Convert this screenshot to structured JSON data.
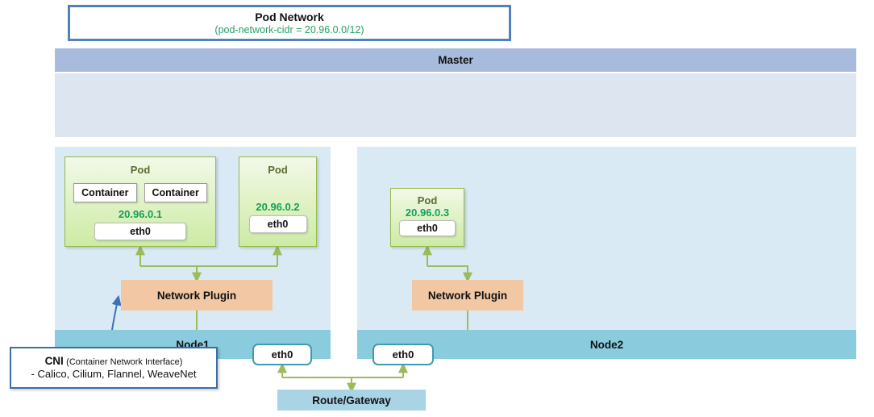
{
  "diagram": {
    "pod_network": {
      "title": "Pod Network",
      "subtitle": "(pod-network-cidr = 20.96.0.0/12)",
      "border_color": "#4f81bd",
      "subtitle_color": "#21a366"
    },
    "master": {
      "label": "Master",
      "header_color": "#a7bcdc",
      "body_color": "#dde5f1"
    },
    "nodes": [
      {
        "label": "Node1",
        "body_color": "#d9eaf5",
        "bar_color": "#8accdd",
        "plugin_label": "Network Plugin",
        "plugin_color": "#f2c7a4",
        "eth_label": "eth0",
        "pods": [
          {
            "label": "Pod",
            "ip": "20.96.0.1",
            "eth_label": "eth0",
            "containers": [
              "Container",
              "Container"
            ]
          },
          {
            "label": "Pod",
            "ip": "20.96.0.2",
            "eth_label": "eth0",
            "containers": []
          }
        ]
      },
      {
        "label": "Node2",
        "body_color": "#d9eaf5",
        "bar_color": "#8accdd",
        "plugin_label": "Network Plugin",
        "plugin_color": "#f2c7a4",
        "eth_label": "eth0",
        "pods": [
          {
            "label": "Pod",
            "ip": "20.96.0.3",
            "eth_label": "eth0",
            "containers": []
          }
        ]
      }
    ],
    "route_gateway": {
      "label": "Route/Gateway",
      "color": "#a9d4e6"
    },
    "cni_callout": {
      "acronym": "CNI",
      "expansion": "(Container Network Interface)",
      "plugins_line": "- Calico, Cilium, Flannel, WeaveNet",
      "border_color": "#3b6ea5",
      "arrow_color": "#3f6fb5"
    },
    "connector_color": "#9cbb59"
  }
}
